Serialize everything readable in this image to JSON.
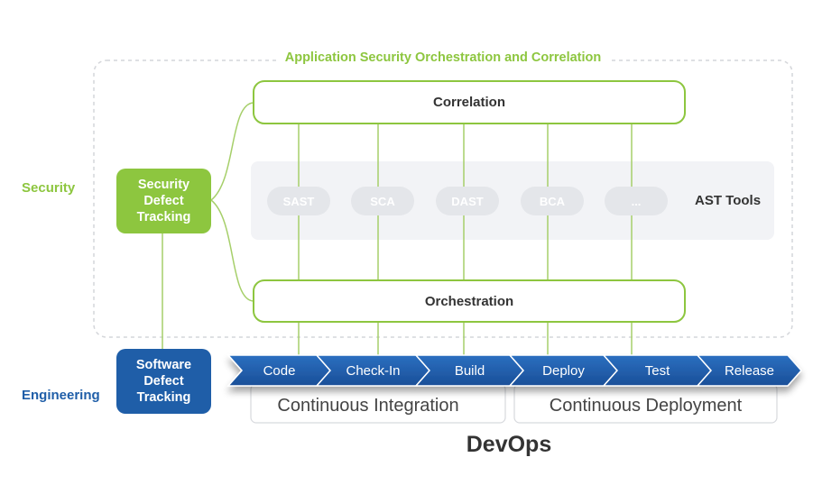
{
  "title": "Application Security Orchestration and Correlation",
  "lanes": {
    "security": "Security",
    "engineering": "Engineering"
  },
  "correlation": "Correlation",
  "orchestration": "Orchestration",
  "ast_tools": {
    "label": "AST Tools",
    "items": [
      "SAST",
      "SCA",
      "DAST",
      "BCA",
      "..."
    ]
  },
  "security_tracking": {
    "line1": "Security",
    "line2": "Defect",
    "line3": "Tracking"
  },
  "software_tracking": {
    "line1": "Software",
    "line2": "Defect",
    "line3": "Tracking"
  },
  "stages": [
    "Code",
    "Check-In",
    "Build",
    "Deploy",
    "Test",
    "Release"
  ],
  "phases": {
    "ci": "Continuous Integration",
    "cd": "Continuous Deployment"
  },
  "footer": "DevOps",
  "colors": {
    "green": "#8dc63f",
    "blue": "#1f5ea8",
    "tool_pill": "#e4e6ea",
    "ast_panel": "#f2f3f6"
  }
}
